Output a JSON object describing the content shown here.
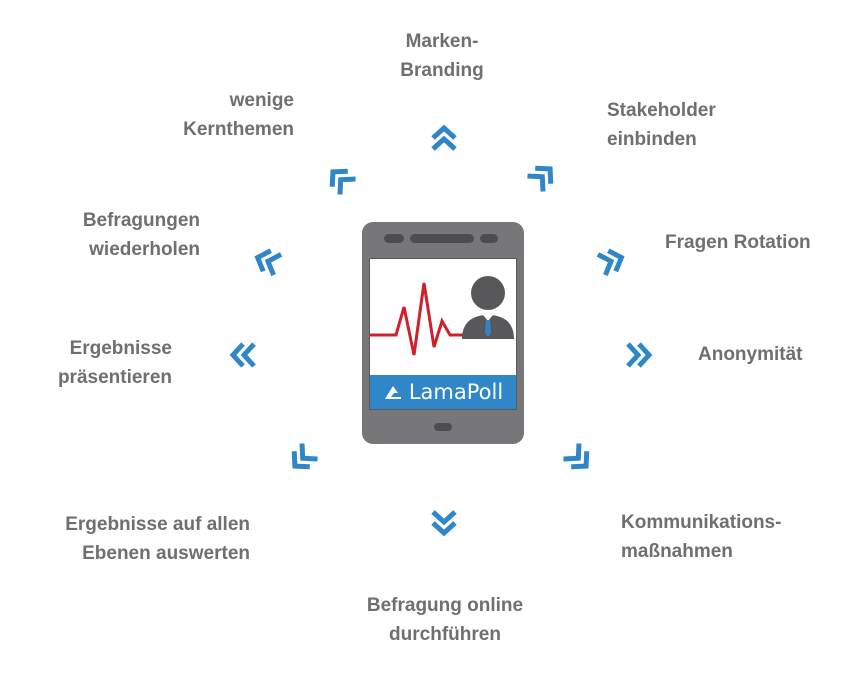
{
  "labels": {
    "top": [
      "Marken-",
      "Branding"
    ],
    "top_left": [
      "wenige",
      "Kernthemen"
    ],
    "top_right": [
      "Stakeholder",
      "einbinden"
    ],
    "left_upper": [
      "Befragungen",
      "wiederholen"
    ],
    "right_upper": [
      "Fragen Rotation"
    ],
    "left_mid": [
      "Ergebnisse",
      "präsentieren"
    ],
    "right_mid": [
      "Anonymität"
    ],
    "bottom_left": [
      "Ergebnisse auf allen",
      "Ebenen auswerten"
    ],
    "bottom_right": [
      "Kommunikations-",
      "maßnahmen"
    ],
    "bottom": [
      "Befragung online",
      "durchführen"
    ]
  },
  "phone": {
    "brand_name": "LamaPoll",
    "logo_icon": "lamapoll-logo-icon",
    "screen_icons": [
      "heartbeat-line-icon",
      "user-avatar-icon"
    ]
  },
  "colors": {
    "arrow": "#2f86c9",
    "text": "#6f6f6f",
    "phone_body": "#777779",
    "brand_bar": "#2f86c9",
    "pulse_line": "#d0202a"
  }
}
